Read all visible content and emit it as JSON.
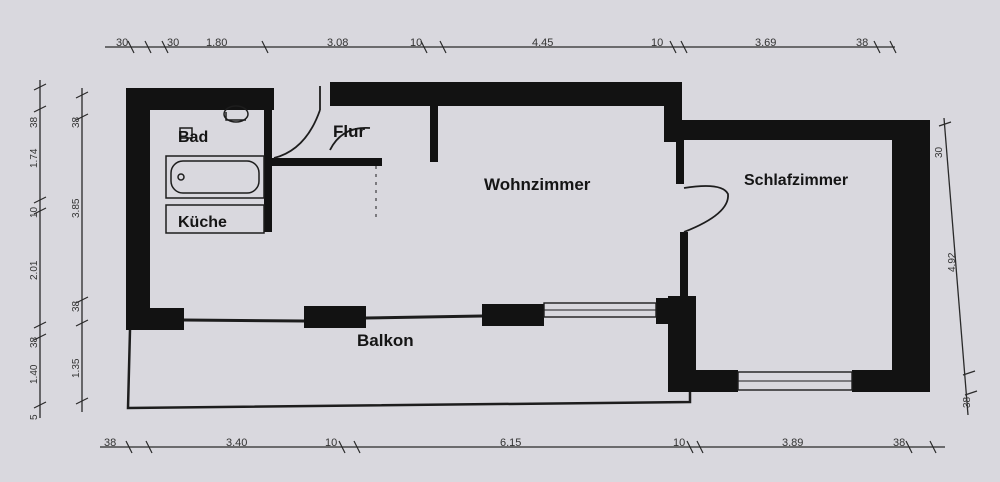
{
  "rooms": {
    "bad": "Bad",
    "flur": "Flur",
    "kueche": "Küche",
    "wohnzimmer": "Wohnzimmer",
    "schlafzimmer": "Schlafzimmer",
    "balkon": "Balkon"
  },
  "dimensions": {
    "top": [
      "30",
      "30",
      "1.80",
      "3.08",
      "10",
      "4.45",
      "10",
      "3.69",
      "38"
    ],
    "bottom": [
      "38",
      "3.40",
      "10",
      "6.15",
      "10",
      "3.89",
      "38"
    ],
    "left_outer": [
      "38",
      "1.74",
      "10",
      "2.01",
      "38",
      "1.40",
      "5"
    ],
    "left_inner": [
      "38",
      "3.85",
      "38",
      "1.35"
    ],
    "right": [
      "30",
      "4.92",
      "38"
    ]
  },
  "colors": {
    "paper": "#d9d8de",
    "wall": "#121212",
    "line": "#2a2a2a"
  }
}
